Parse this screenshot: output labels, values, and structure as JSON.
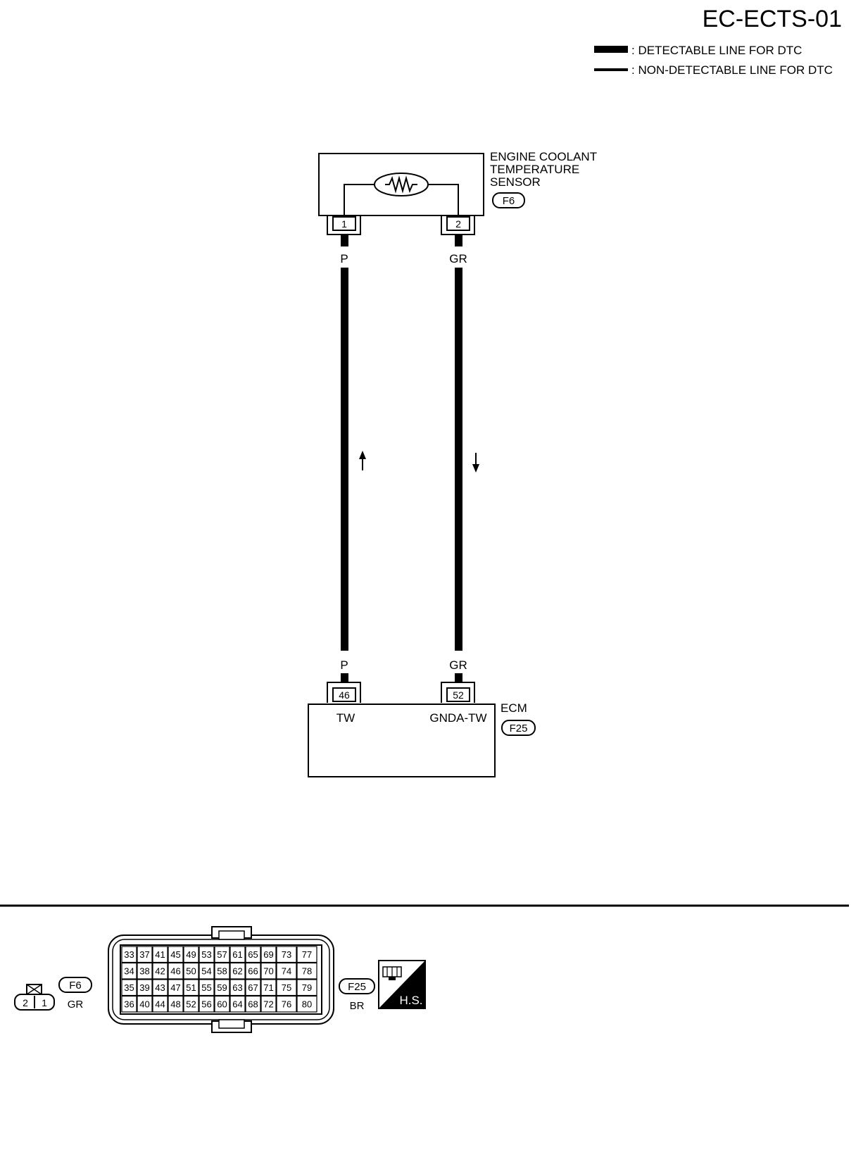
{
  "header": {
    "diagram_code": "EC-ECTS-01"
  },
  "legend": {
    "detectable": ": DETECTABLE LINE FOR DTC",
    "non_detectable": ": NON-DETECTABLE LINE FOR DTC"
  },
  "sensor": {
    "name_lines": [
      "ENGINE COOLANT",
      "TEMPERATURE",
      "SENSOR"
    ],
    "connector": "F6",
    "pins": [
      "1",
      "2"
    ],
    "icon": "resistor-icon"
  },
  "wires": [
    {
      "color_top": "P",
      "color_bottom": "P",
      "signal_direction": "up"
    },
    {
      "color_top": "GR",
      "color_bottom": "GR",
      "signal_direction": "down"
    }
  ],
  "ecm": {
    "name": "ECM",
    "connector": "F25",
    "pins": [
      "46",
      "52"
    ],
    "signals": [
      "TW",
      "GNDA-TW"
    ]
  },
  "connector_views": {
    "f6": {
      "id": "F6",
      "color": "GR",
      "pins": [
        "2",
        "1"
      ]
    },
    "f25": {
      "id": "F25",
      "color": "BR",
      "rows": [
        [
          "33",
          "37",
          "41",
          "45",
          "49",
          "53",
          "57",
          "61",
          "65",
          "69",
          "73",
          "77"
        ],
        [
          "34",
          "38",
          "42",
          "46",
          "50",
          "54",
          "58",
          "62",
          "66",
          "70",
          "74",
          "78"
        ],
        [
          "35",
          "39",
          "43",
          "47",
          "51",
          "55",
          "59",
          "63",
          "67",
          "71",
          "75",
          "79"
        ],
        [
          "36",
          "40",
          "44",
          "48",
          "52",
          "56",
          "60",
          "64",
          "68",
          "72",
          "76",
          "80"
        ]
      ]
    },
    "harness_side": {
      "label": "H.S.",
      "icon": "harness-side-icon"
    }
  }
}
